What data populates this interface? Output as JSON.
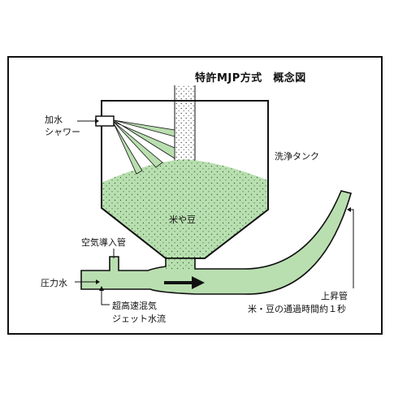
{
  "title": "特許MJP方式　概念図",
  "labels": {
    "shower_line1": "加水",
    "shower_line2": "シャワー",
    "tank": "洗浄タンク",
    "rice_beans": "米や豆",
    "air_pipe": "空気導入管",
    "pressure_water": "圧力水",
    "jet_line1": "超高速混気",
    "jet_line2": "ジェット水流",
    "riser": "上昇管",
    "pass_time": "米・豆の通過時間約１秒"
  },
  "colors": {
    "green_fill": "#b9dfb0",
    "dot": "#2f6b35",
    "line": "#111111"
  }
}
